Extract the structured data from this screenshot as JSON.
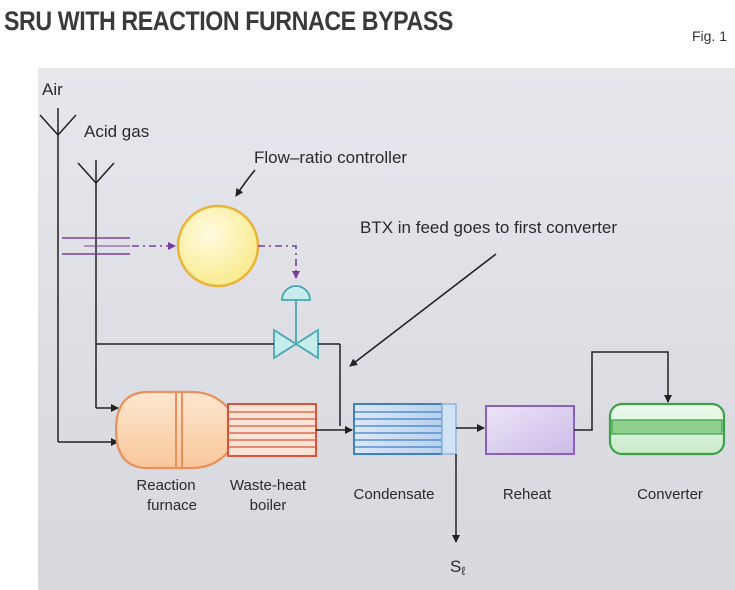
{
  "title": "SRU WITH REACTION FURNACE BYPASS",
  "figure_label": "Fig. 1",
  "labels": {
    "air": "Air",
    "acid_gas": "Acid gas",
    "flow_ratio_controller": "Flow–ratio controller",
    "btx_note": "BTX in feed goes to first converter",
    "reaction_line1": "Reaction",
    "reaction_line2": "furnace",
    "waste_heat_line1": "Waste-heat",
    "waste_heat_line2": "boiler",
    "condensate": "Condensate",
    "reheat": "Reheat",
    "converter": "Converter",
    "sulfur_base": "S",
    "sulfur_sub": "ℓ"
  },
  "colors": {
    "controller_fill": "#fbf1a0",
    "controller_stroke": "#e8b43a",
    "furnace_fill": "#fcd9b6",
    "furnace_stroke": "#e89060",
    "boiler_line": "#d9543a",
    "condenser_fill": "#cfe0f4",
    "condenser_line": "#3f7fc4",
    "reheat_fill": "#dcd0f0",
    "reheat_stroke": "#8a5fc0",
    "converter_fill": "#d8f0d6",
    "converter_stroke": "#3da04a",
    "valve_fill": "#c7ecec",
    "valve_stroke": "#4aa6b0",
    "signal_line": "#7b3fa0",
    "process_line": "#222222"
  }
}
